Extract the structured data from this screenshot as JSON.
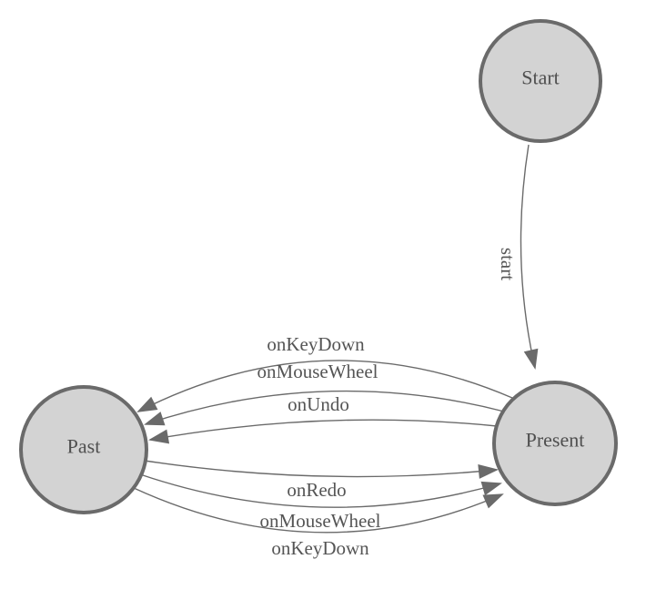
{
  "diagram": {
    "type": "state-machine",
    "nodes": [
      {
        "id": "start",
        "label": "Start"
      },
      {
        "id": "present",
        "label": "Present"
      },
      {
        "id": "past",
        "label": "Past"
      }
    ],
    "edges": [
      {
        "from": "start",
        "to": "present",
        "label": "start"
      },
      {
        "from": "present",
        "to": "past",
        "label": "onKeyDown"
      },
      {
        "from": "present",
        "to": "past",
        "label": "onMouseWheel"
      },
      {
        "from": "present",
        "to": "past",
        "label": "onUndo"
      },
      {
        "from": "past",
        "to": "present",
        "label": "onRedo"
      },
      {
        "from": "past",
        "to": "present",
        "label": "onMouseWheel"
      },
      {
        "from": "past",
        "to": "present",
        "label": "onKeyDown"
      }
    ],
    "icons": {
      "arrowhead": "filled-triangle-arrowhead"
    },
    "colors": {
      "background": "#ffffff",
      "node_fill": "#d3d3d3",
      "node_stroke": "#6a6a6a",
      "edge_stroke": "#6a6a6a",
      "arrow_fill": "#6a6a6a",
      "label_text": "#4f4f4f"
    }
  }
}
